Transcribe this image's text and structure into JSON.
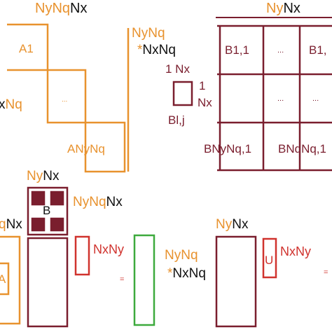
{
  "colors": {
    "orange": "#E8922E",
    "maroon": "#7A1E2E",
    "red": "#D0332E",
    "green": "#3DAA3D",
    "black": "#111111"
  },
  "top_left_block": {
    "top_label_prefix": "NyNq",
    "top_label_suffix": "Nx",
    "side_label_prefix": "NyNq",
    "side_label_star": "*",
    "side_label_suffix": "NxNq",
    "left_label_prefix": "x",
    "left_label_suffix": "Nq",
    "first_block": "A1",
    "ellipsis": "...",
    "last_block": "ANyNq"
  },
  "top_right_block": {
    "top_label_prefix": "Ny",
    "top_label_suffix": "Nx",
    "cells": {
      "r0c0": "B1,1",
      "r0c1": "...",
      "r0c2": "B1,",
      "r1c1": "...",
      "r1c2": "...",
      "r2c0": "BNyNq,1",
      "r2c1": "BNqNq,1"
    },
    "small_block": {
      "top_label": "1 Nx",
      "right_label_line1": "1",
      "right_label_line2": "Nx",
      "caption": "Bl,j"
    }
  },
  "bottom_section": {
    "b_matrix": {
      "top_label_prefix": "Ny",
      "top_label_suffix": "Nx",
      "center": "B",
      "right_label_prefix": "NyNq",
      "right_label_suffix": "Nx"
    },
    "left_label_prefix": "q",
    "left_label_suffix": "Nx",
    "left_block_letter": "A",
    "vector_label": "NxNy",
    "equals_left": "=",
    "middle_top_prefix": "Ny",
    "middle_top_suffix": "Nx",
    "middle_side_prefix": "NyNq",
    "middle_side_star": "*",
    "middle_side_suffix": "NxNq",
    "u_letter": "U",
    "u_label": "NxNy",
    "equals_right": "="
  }
}
